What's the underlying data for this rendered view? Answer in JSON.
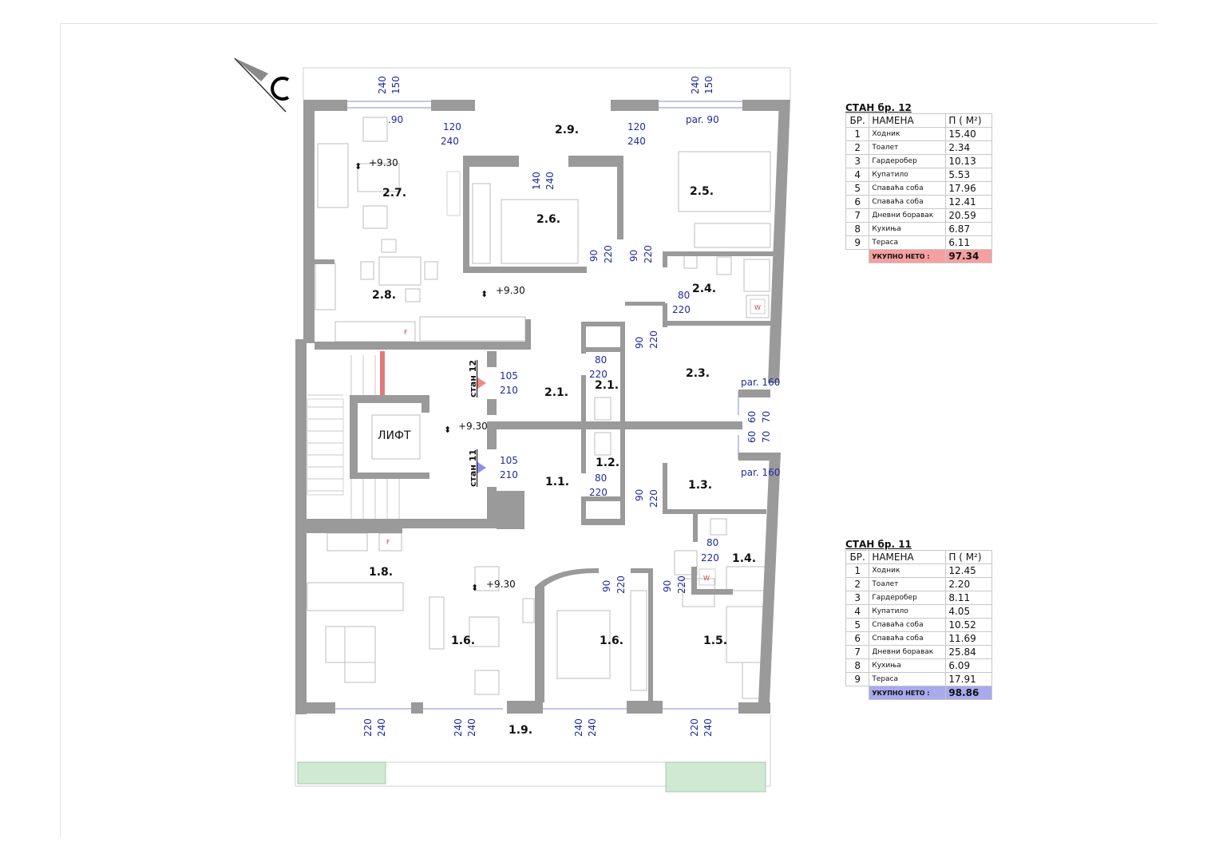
{
  "plan": {
    "rooms": [
      "2.9.",
      "2.7.",
      "2.6.",
      "2.5.",
      "2.8.",
      "2.4.",
      "2.1.",
      "2.1.",
      "2.3.",
      "1.2.",
      "1.1.",
      "1.3.",
      "1.4.",
      "1.8.",
      "1.6.",
      "1.6.",
      "1.5.",
      "1.9."
    ],
    "levels": [
      "+9.30",
      "+9.30",
      "+9.30",
      "+9.30"
    ],
    "dims": [
      "240",
      "150",
      "240",
      "150",
      ".90",
      "par. 90",
      "120",
      "240",
      "120",
      "240",
      "140",
      "240",
      "90",
      "220",
      "90",
      "220",
      "80",
      "220",
      "90",
      "220",
      "80",
      "220",
      "105",
      "210",
      "105",
      "210",
      "par. 160",
      "60",
      "70",
      "60",
      "70",
      "par. 160",
      "80",
      "220",
      "90",
      "220",
      "80",
      "220",
      "90",
      "220",
      "90",
      "220",
      "220",
      "240",
      "240",
      "240",
      "240",
      "240",
      "220",
      "240"
    ],
    "lift_label": "ЛИФТ",
    "entry_12": "стан 12",
    "entry_11": "стан 11",
    "fridge": "F",
    "washer": "W"
  },
  "colors": {
    "wall": "#9a9a9a",
    "dims": "#1f2a9c",
    "entry_12": "#f08a8a",
    "entry_11": "#8f8fe8",
    "total_12": "#f4a0a0",
    "total_11": "#a9a9ee",
    "terrace_green": "#cfe9d2"
  },
  "table12": {
    "title": "СТАН бр. 12",
    "headers": [
      "БР.",
      "НАМЕНА",
      "П  ( М²)"
    ],
    "rows": [
      [
        "1",
        "Ходник",
        "15.40"
      ],
      [
        "2",
        "Тоалет",
        "2.34"
      ],
      [
        "3",
        "Гардеробер",
        "10.13"
      ],
      [
        "4",
        "Купатило",
        "5.53"
      ],
      [
        "5",
        "Спаваћа соба",
        "17.96"
      ],
      [
        "6",
        "Спаваћа соба",
        "12.41"
      ],
      [
        "7",
        "Дневни боравак",
        "20.59"
      ],
      [
        "8",
        "Кухиња",
        "6.87"
      ],
      [
        "9",
        "Тераса",
        "6.11"
      ]
    ],
    "total_label": "УКУПНО НЕТО :",
    "total_value": "97.34"
  },
  "table11": {
    "title": "СТАН бр. 11",
    "headers": [
      "БР.",
      "НАМЕНА",
      "П  ( М²)"
    ],
    "rows": [
      [
        "1",
        "Ходник",
        "12.45"
      ],
      [
        "2",
        "Тоалет",
        "2.20"
      ],
      [
        "3",
        "Гардеробер",
        "8.11"
      ],
      [
        "4",
        "Купатило",
        "4.05"
      ],
      [
        "5",
        "Спаваћа соба",
        "10.52"
      ],
      [
        "6",
        "Спаваћа соба",
        "11.69"
      ],
      [
        "7",
        "Дневни боравак",
        "25.84"
      ],
      [
        "8",
        "Кухиња",
        "6.09"
      ],
      [
        "9",
        "Тераса",
        "17.91"
      ]
    ],
    "total_label": "УКУПНО НЕТО :",
    "total_value": "98.86"
  }
}
